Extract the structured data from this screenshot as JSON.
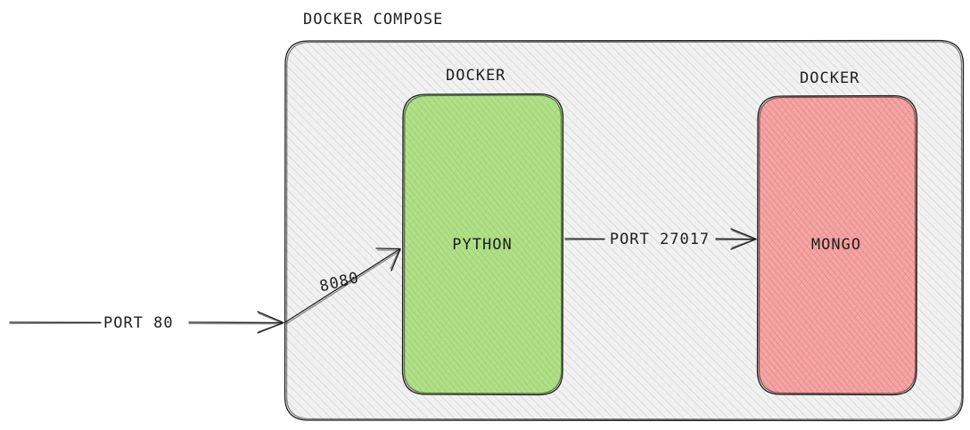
{
  "diagram": {
    "outer_group_label": "DOCKER COMPOSE",
    "containers": [
      {
        "header": "DOCKER",
        "label": "PYTHON",
        "fill": "#b2e08a",
        "hatch": "#82c254"
      },
      {
        "header": "DOCKER",
        "label": "MONGO",
        "fill": "#f4a5a5",
        "hatch": "#e06666"
      }
    ],
    "edges": [
      {
        "label": "PORT 80"
      },
      {
        "label": "8080"
      },
      {
        "label": "PORT 27017"
      }
    ],
    "colors": {
      "group_fill": "#f1f1f1",
      "group_hatch": "#b9b9b9",
      "stroke": "#1e1e1e"
    }
  }
}
